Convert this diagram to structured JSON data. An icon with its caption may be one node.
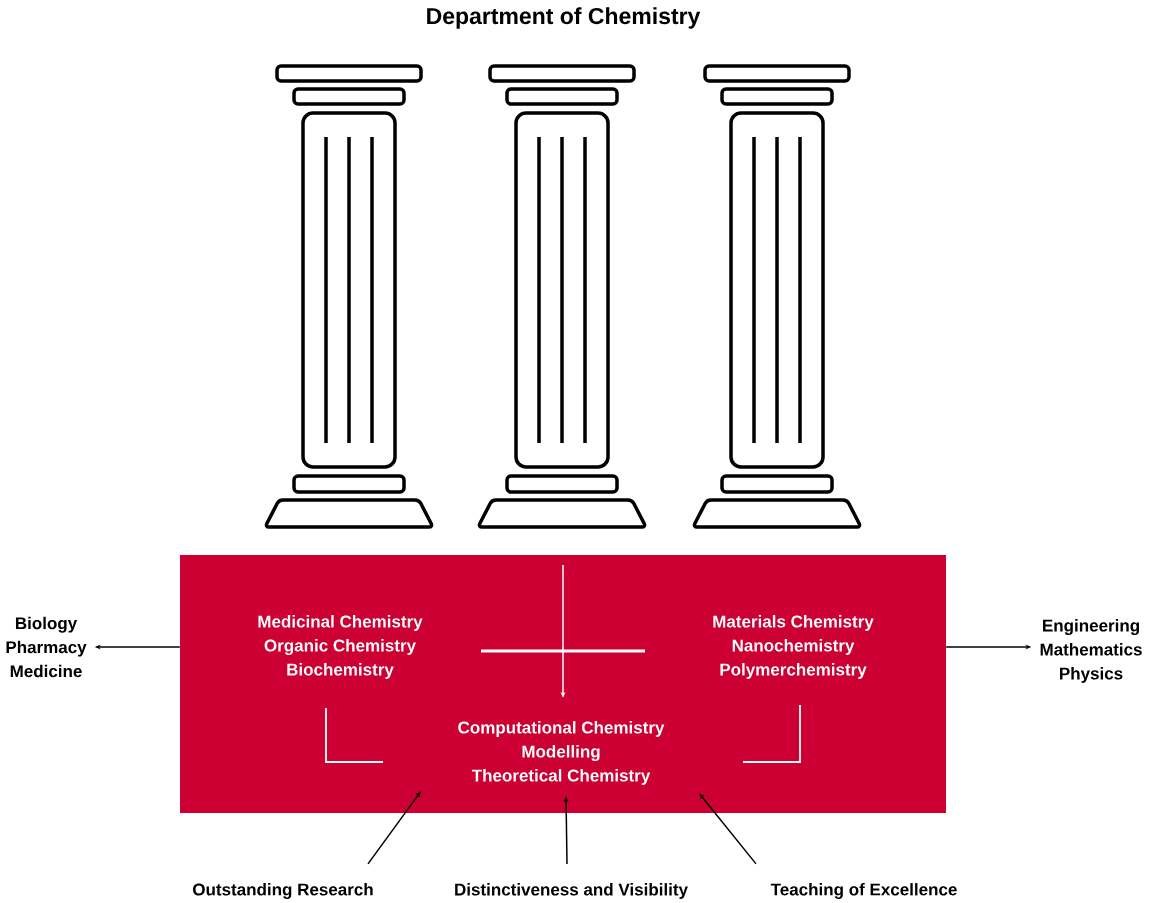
{
  "diagram": {
    "title": "Department of Chemistry",
    "nodes": [
      {
        "text": [],
        "shape": "box"
      },
      {
        "text": [
          "Medicinal Chemistry",
          "Organic Chemistry",
          "Biochemistry"
        ],
        "in": 0
      },
      {
        "text": [
          "Materials Chemistry",
          "Nanochemistry",
          "Polymerchemistry"
        ],
        "in": 0
      },
      {
        "text": [
          "Computational Chemistry",
          "Modelling",
          "Theoretical Chemistry"
        ],
        "in": 0
      },
      {
        "text": [
          "Biology",
          "Pharmacy",
          "Medicine"
        ]
      },
      {
        "text": [
          "Engineering",
          "Mathematics",
          "Physics"
        ]
      },
      {
        "text": [
          "Outstanding Research"
        ]
      },
      {
        "text": [
          "Distinctiveness and Visibility"
        ]
      },
      {
        "text": [
          "Teaching of Excellence"
        ]
      }
    ],
    "edges": [
      {
        "from": 0,
        "to": 4,
        "arrow": "to"
      },
      {
        "from": 0,
        "to": 5,
        "arrow": "to"
      },
      {
        "from": null,
        "to": 3,
        "arrow": "to",
        "color": "#ffffff"
      },
      {
        "from": 6,
        "to": 3,
        "arrow": "to"
      },
      {
        "from": 7,
        "to": 3,
        "arrow": "to"
      },
      {
        "from": 8,
        "to": 3,
        "arrow": "to"
      }
    ]
  }
}
